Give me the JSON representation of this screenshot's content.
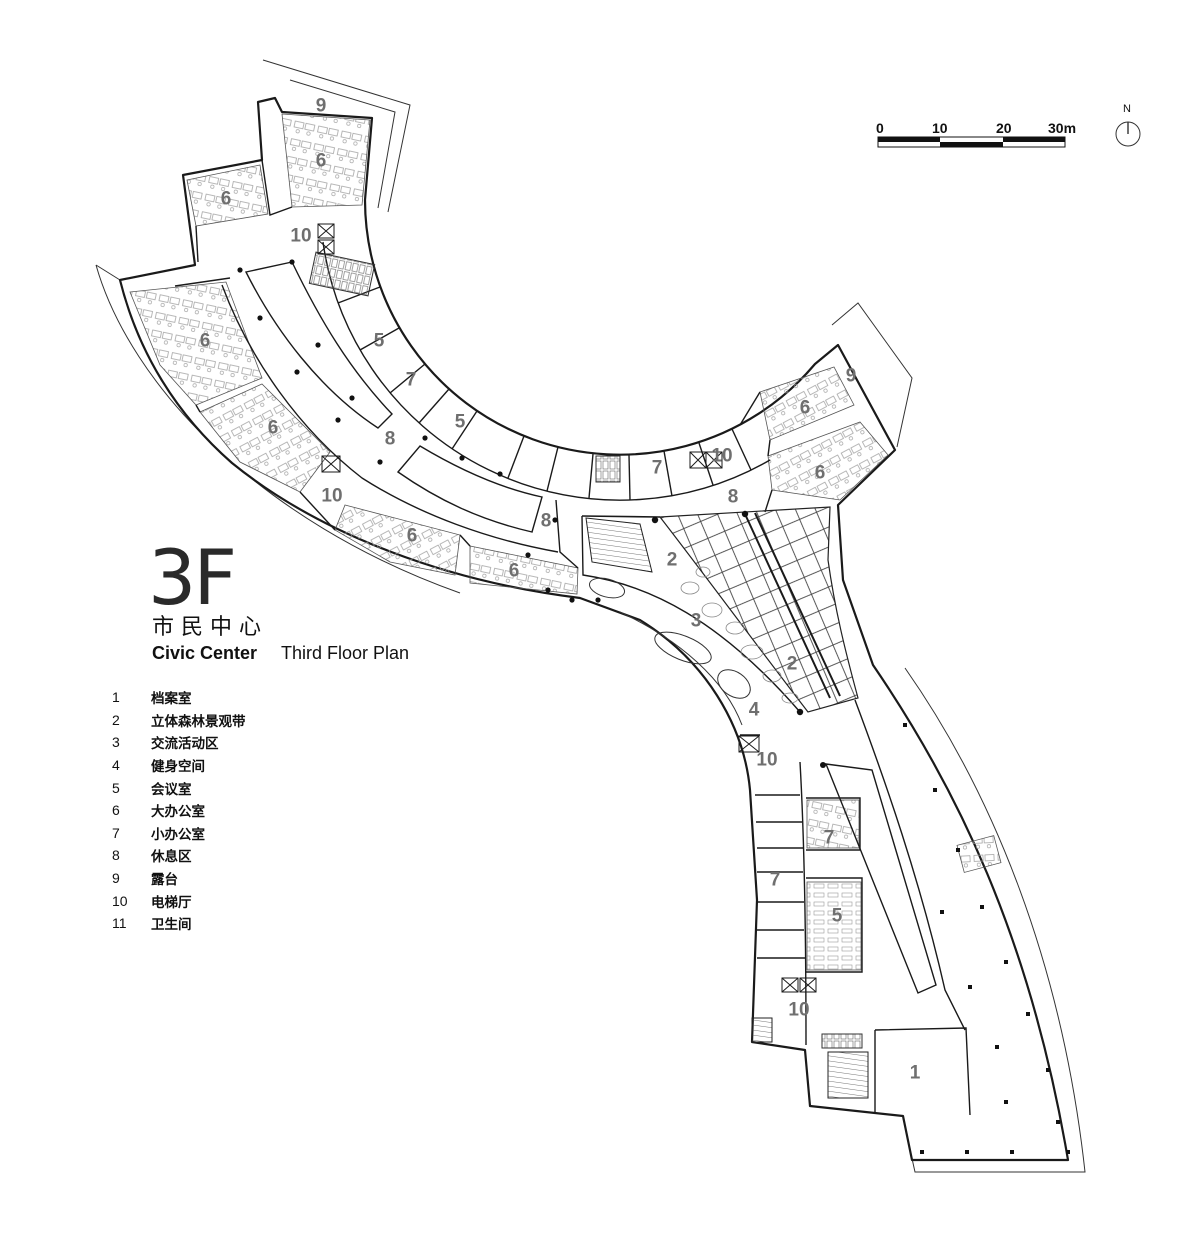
{
  "title": {
    "floor": "3F",
    "name_cn": "市民中心",
    "name_en": "Civic Center",
    "subtitle": "Third Floor Plan"
  },
  "legend": [
    {
      "num": "1",
      "label": "档案室"
    },
    {
      "num": "2",
      "label": "立体森林景观带"
    },
    {
      "num": "3",
      "label": "交流活动区"
    },
    {
      "num": "4",
      "label": "健身空间"
    },
    {
      "num": "5",
      "label": "会议室"
    },
    {
      "num": "6",
      "label": "大办公室"
    },
    {
      "num": "7",
      "label": "小办公室"
    },
    {
      "num": "8",
      "label": "休息区"
    },
    {
      "num": "9",
      "label": "露台"
    },
    {
      "num": "10",
      "label": "电梯厅"
    },
    {
      "num": "11",
      "label": "卫生间"
    }
  ],
  "scale_bar": {
    "ticks": [
      "0",
      "10",
      "20",
      "30m"
    ]
  },
  "north_arrow": {
    "label": "N"
  },
  "room_labels": [
    "9",
    "6",
    "6",
    "10",
    "6",
    "6",
    "10",
    "6",
    "6",
    "5",
    "7",
    "5",
    "8",
    "8",
    "7",
    "10",
    "9",
    "6",
    "6",
    "8",
    "2",
    "3",
    "2",
    "4",
    "10",
    "7",
    "7",
    "5",
    "10",
    "1"
  ],
  "colors": {
    "line": "#1a1a1a",
    "room_label": "#6f6f6f",
    "furniture": "#9a9a9a"
  }
}
